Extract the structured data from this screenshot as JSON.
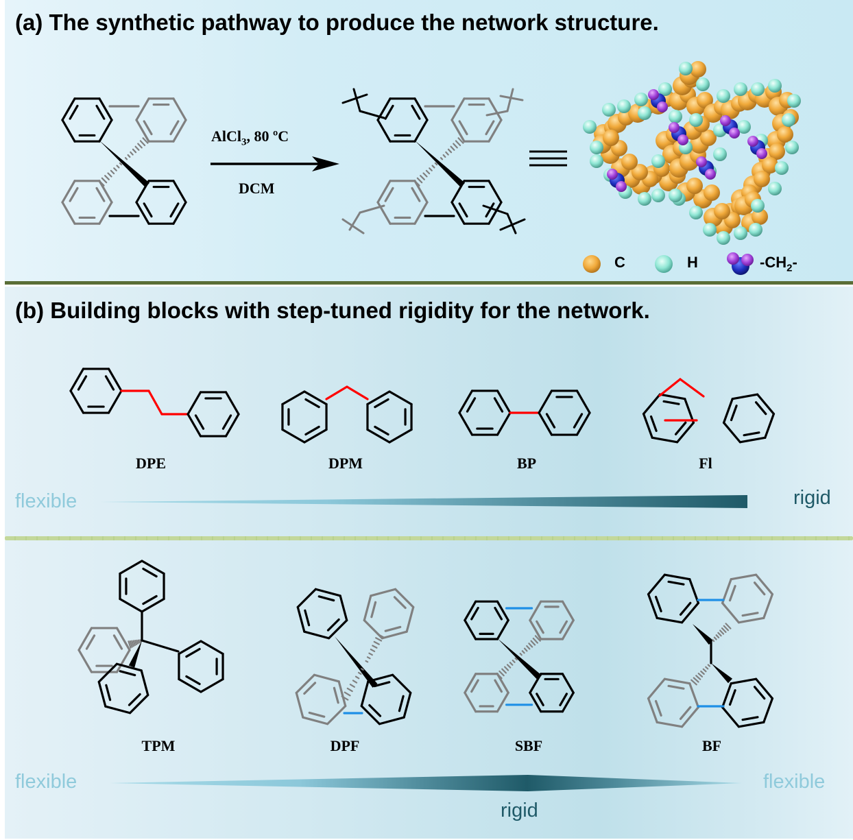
{
  "panel_a": {
    "heading": "(a) The synthetic pathway to produce the network structure.",
    "reactant": "spirobifluorene",
    "reaction": {
      "reagent": "AlCl",
      "reagent_subscript": "3",
      "temperature": ", 80 ºC",
      "solvent": "DCM",
      "arrow_icon": "reaction-arrow",
      "equivalence_icon": "triple-bar-equivalence"
    },
    "product": "crosslinked spirobifluorene network",
    "model": "space-filling network model",
    "legend": [
      {
        "symbol": "C",
        "color": "#f0a93a",
        "icon": "carbon-sphere"
      },
      {
        "symbol": "H",
        "color": "#8fe6d4",
        "icon": "hydrogen-sphere"
      },
      {
        "symbol": "-CH",
        "subscript": "2",
        "suffix": "-",
        "color": "#1f2fc0",
        "accent": "#a040d8",
        "icon": "methylene-group"
      }
    ]
  },
  "panel_b": {
    "heading": "(b) Building blocks with step-tuned rigidity for the network.",
    "row1": {
      "molecules": [
        "DPE",
        "DPM",
        "BP",
        "Fl"
      ],
      "scale_left": "flexible",
      "scale_right": "rigid"
    },
    "row2": {
      "molecules": [
        "TPM",
        "DPF",
        "SBF",
        "BF"
      ],
      "scale_left": "flexible",
      "scale_center": "rigid",
      "scale_right": "flexible"
    },
    "colors": {
      "highlight_bond_row1": "#ff0000",
      "highlight_bond_row2": "#1e8fe6",
      "flexible": "#8fcadb",
      "rigid": "#1f5a68"
    }
  }
}
